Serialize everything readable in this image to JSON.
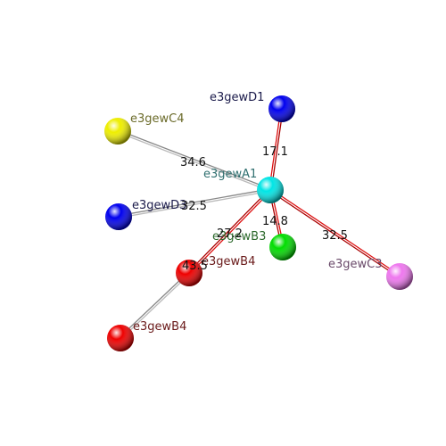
{
  "atoms": [
    {
      "id": "A1",
      "label": "e3gewA1",
      "color": "#00e5e5",
      "label_color": "#2f6f6f"
    },
    {
      "id": "D1",
      "label": "e3gewD1",
      "color": "#0000ee",
      "label_color": "#1a1a4a"
    },
    {
      "id": "C4",
      "label": "e3gewC4",
      "color": "#eeee00",
      "label_color": "#6b6b2a"
    },
    {
      "id": "D3",
      "label": "e3gewD3",
      "color": "#0000ee",
      "label_color": "#1a1a4a"
    },
    {
      "id": "B3",
      "label": "e3gewB3",
      "color": "#00dd00",
      "label_color": "#2d6a2d"
    },
    {
      "id": "B4a",
      "label": "e3gewB4",
      "color": "#ee0000",
      "label_color": "#6a1a1a"
    },
    {
      "id": "B4b",
      "label": "e3gewB4",
      "color": "#ee0000",
      "label_color": "#6a1a1a"
    },
    {
      "id": "C3",
      "label": "e3gewC3",
      "color": "#ee77ee",
      "label_color": "#6a4a6a"
    }
  ],
  "bonds": [
    {
      "from": "A1",
      "to": "D1",
      "distance": "17.1",
      "color": "#dd1111"
    },
    {
      "from": "A1",
      "to": "C4",
      "distance": "34.6",
      "color": "#bbbbbb"
    },
    {
      "from": "A1",
      "to": "D3",
      "distance": "32.5",
      "color": "#bbbbbb"
    },
    {
      "from": "A1",
      "to": "B3",
      "distance": "14.8",
      "color": "#dd1111"
    },
    {
      "from": "A1",
      "to": "B4a",
      "distance": "27.2",
      "color": "#dd1111"
    },
    {
      "from": "A1",
      "to": "C3",
      "distance": "32.5",
      "color": "#dd1111"
    },
    {
      "from": "B4a",
      "to": "B4b",
      "distance": "43.5",
      "color": "#bbbbbb"
    }
  ]
}
